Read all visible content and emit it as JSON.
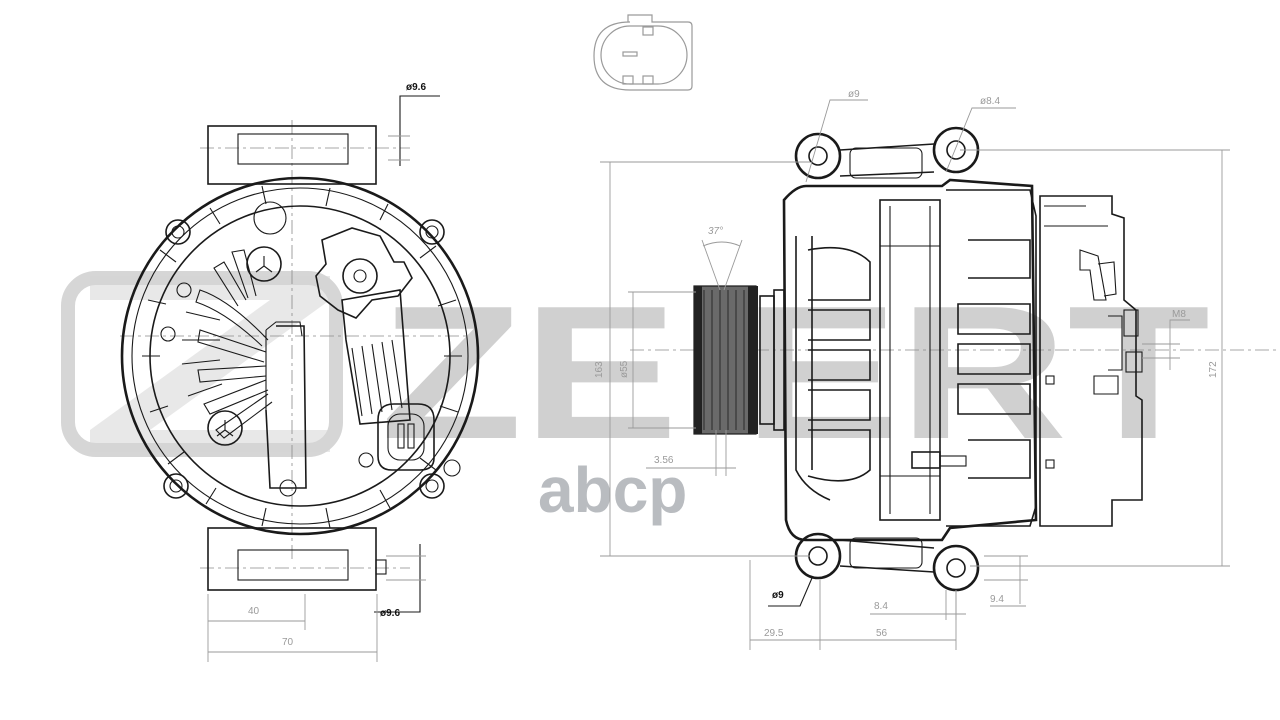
{
  "watermark": {
    "brand": "ZEKKERT",
    "brand_visible": "ZE  ERT",
    "sub_logo": "abcp",
    "color": "#d6d6d6"
  },
  "drawing": {
    "subject": "alternator",
    "views": [
      "rear-view",
      "side-view",
      "connector-detail"
    ],
    "line_color": "#1a1a1a",
    "dimension_color": "#9a9a9a"
  },
  "rear_view": {
    "dims": {
      "top_hole": "ø9.6",
      "bottom_hole": "ø9.6",
      "width_40": "40",
      "width_70": "70"
    }
  },
  "side_view": {
    "dims": {
      "hole_top_left": "ø9",
      "hole_top_right": "ø8.4",
      "groove_angle": "37°",
      "height_163": "163",
      "pulley_dia": "ø55",
      "groove_pitch": "3.56",
      "hole_bottom_left": "ø9",
      "offset_8_4": "8.4",
      "offset_9_4": "9.4",
      "length_29_5": "29.5",
      "length_56": "56",
      "thread": "M8",
      "height_172": "172"
    }
  }
}
